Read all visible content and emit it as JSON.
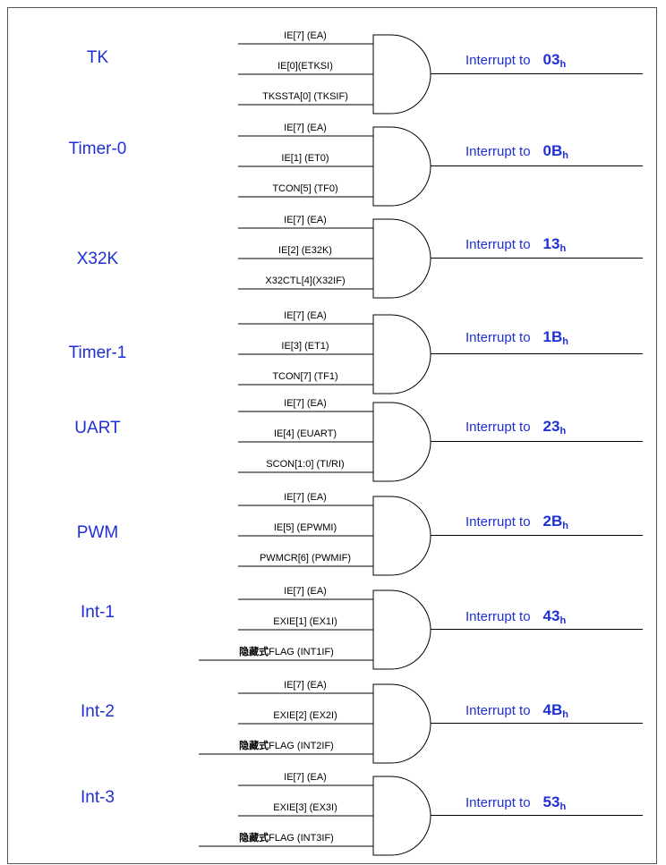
{
  "interrupts": [
    {
      "source": "TK",
      "inputs": [
        "IE[7] (EA)",
        "IE[0](ETKSI)",
        "TKSSTA[0] (TKSIF)"
      ],
      "hidden_prefix": "",
      "output_label": "Interrupt to",
      "vector": "03",
      "suffix": "h"
    },
    {
      "source": "Timer-0",
      "inputs": [
        "IE[7] (EA)",
        "IE[1] (ET0)",
        "TCON[5] (TF0)"
      ],
      "hidden_prefix": "",
      "output_label": "Interrupt to",
      "vector": "0B",
      "suffix": "h"
    },
    {
      "source": "X32K",
      "inputs": [
        "IE[7] (EA)",
        "IE[2] (E32K)",
        "X32CTL[4](X32IF)"
      ],
      "hidden_prefix": "",
      "output_label": "Interrupt to",
      "vector": "13",
      "suffix": "h"
    },
    {
      "source": "Timer-1",
      "inputs": [
        "IE[7] (EA)",
        "IE[3] (ET1)",
        "TCON[7] (TF1)"
      ],
      "hidden_prefix": "",
      "output_label": "Interrupt to",
      "vector": "1B",
      "suffix": "h"
    },
    {
      "source": "UART",
      "inputs": [
        "IE[7] (EA)",
        "IE[4] (EUART)",
        "SCON[1:0]  (TI/RI)"
      ],
      "hidden_prefix": "",
      "output_label": "Interrupt to",
      "vector": "23",
      "suffix": "h"
    },
    {
      "source": "PWM",
      "inputs": [
        "IE[7] (EA)",
        "IE[5] (EPWMI)",
        "PWMCR[6] (PWMIF)"
      ],
      "hidden_prefix": "",
      "output_label": "Interrupt to",
      "vector": "2B",
      "suffix": "h"
    },
    {
      "source": "Int-1",
      "inputs": [
        "IE[7] (EA)",
        "EXIE[1] (EX1I)",
        "FLAG (INT1IF)"
      ],
      "hidden_prefix": "隐藏式",
      "output_label": "Interrupt to",
      "vector": "43",
      "suffix": "h"
    },
    {
      "source": "Int-2",
      "inputs": [
        "IE[7] (EA)",
        "EXIE[2] (EX2I)",
        "FLAG (INT2IF)"
      ],
      "hidden_prefix": "隐藏式",
      "output_label": "Interrupt to",
      "vector": "4B",
      "suffix": "h"
    },
    {
      "source": "Int-3",
      "inputs": [
        "IE[7] (EA)",
        "EXIE[3] (EX3I)",
        "FLAG (INT3IF)"
      ],
      "hidden_prefix": "隐藏式",
      "output_label": "Interrupt to",
      "vector": "53",
      "suffix": "h"
    }
  ]
}
